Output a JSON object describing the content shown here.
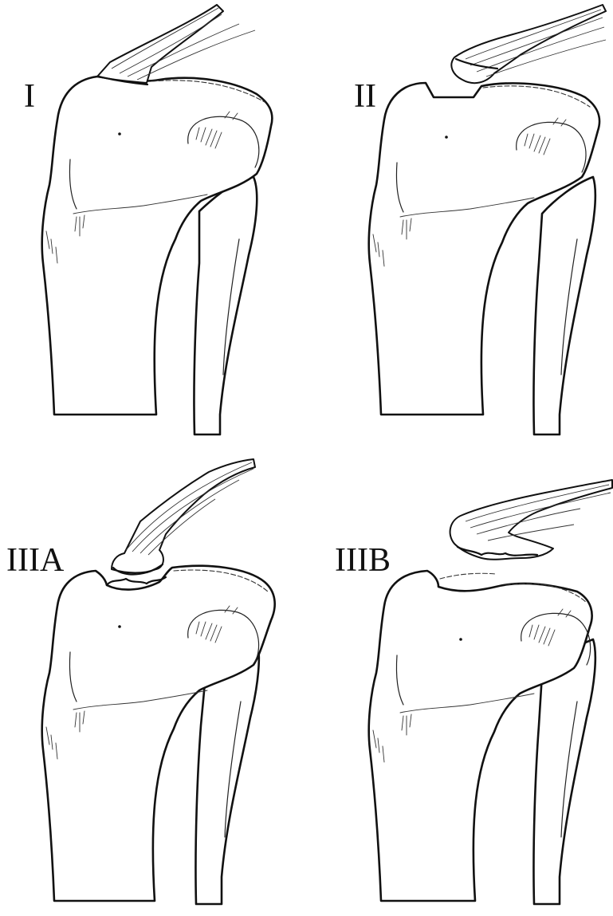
{
  "panels": [
    {
      "label": "I"
    },
    {
      "label": "II"
    },
    {
      "label": "IIIA"
    },
    {
      "label": "IIIB"
    }
  ],
  "colors": {
    "line": "#111111",
    "background": "#ffffff"
  }
}
